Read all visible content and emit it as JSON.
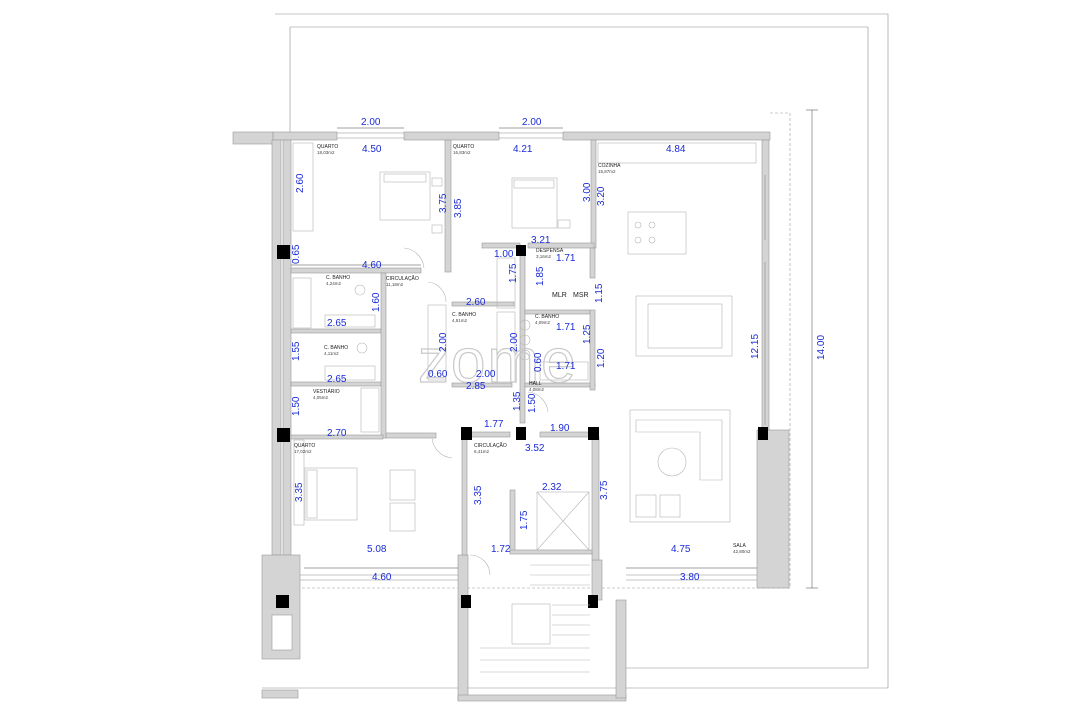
{
  "watermark": "zome",
  "rooms": {
    "quarto1": {
      "name": "QUARTO",
      "area": "18,03m2"
    },
    "quarto2": {
      "name": "QUARTO",
      "area": "16,83m2"
    },
    "cozinha": {
      "name": "COZINHA",
      "area": "15,87m2"
    },
    "despensa": {
      "name": "DESPENSA",
      "area": "3,16m2"
    },
    "circulacao1": {
      "name": "CIRCULAÇÃO",
      "area": "11,18m2"
    },
    "banho1": {
      "name": "C. BANHO",
      "area": "4,24m2"
    },
    "banho2": {
      "name": "C. BANHO",
      "area": "4,51m2"
    },
    "banho3": {
      "name": "C. BANHO",
      "area": "4,09m2"
    },
    "banho4": {
      "name": "C. BANHO",
      "area": "4,11m2"
    },
    "vestiario": {
      "name": "VESTIÁRIO",
      "area": "4,05m2"
    },
    "hall": {
      "name": "HALL",
      "area": "4,08m2"
    },
    "quarto3": {
      "name": "QUARTO",
      "area": "17,02m2"
    },
    "circulacao2": {
      "name": "CIRCULAÇÃO",
      "area": "6,41m2"
    },
    "sala": {
      "name": "SALA",
      "area": "42,80m2"
    }
  },
  "tags": {
    "mlr": "MLR",
    "msr": "MSR"
  },
  "dimensions": {
    "d_200a": "2.00",
    "d_200b": "2.00",
    "d_450": "4.50",
    "d_421": "4.21",
    "d_484": "4.84",
    "d_260v": "2.60",
    "d_375v": "3.75",
    "d_385v": "3.85",
    "d_300v": "3.00",
    "d_320v": "3.20",
    "d_321": "3.21",
    "d_100": "1.00",
    "d_171a": "1.71",
    "d_065v": "0.65",
    "d_460a": "4.60",
    "d_175va": "1.75",
    "d_185v": "1.85",
    "d_115v": "1.15",
    "d_160v": "1.60",
    "d_260": "2.60",
    "d_265a": "2.65",
    "d_171b": "1.71",
    "d_125v": "1.25",
    "d_200v1": "2.00",
    "d_200v2": "2.00",
    "d_155v": "1.55",
    "d_1215v": "12.15",
    "d_1400v": "14.00",
    "d_060": "0.60",
    "d_200c": "2.00",
    "d_060v": "0.60",
    "d_171c": "1.71",
    "d_120v": "1.20",
    "d_265b": "2.65",
    "d_285": "2.85",
    "d_150v1": "1.50",
    "d_135v": "1.35",
    "d_150v2": "1.50",
    "d_177": "1.77",
    "d_190": "1.90",
    "d_270": "2.70",
    "d_352": "3.52",
    "d_232": "2.32",
    "d_335v1": "3.35",
    "d_335v2": "3.35",
    "d_375v2": "3.75",
    "d_175vb": "1.75",
    "d_508": "5.08",
    "d_172": "1.72",
    "d_475": "4.75",
    "d_460b": "4.60",
    "d_380": "3.80"
  }
}
